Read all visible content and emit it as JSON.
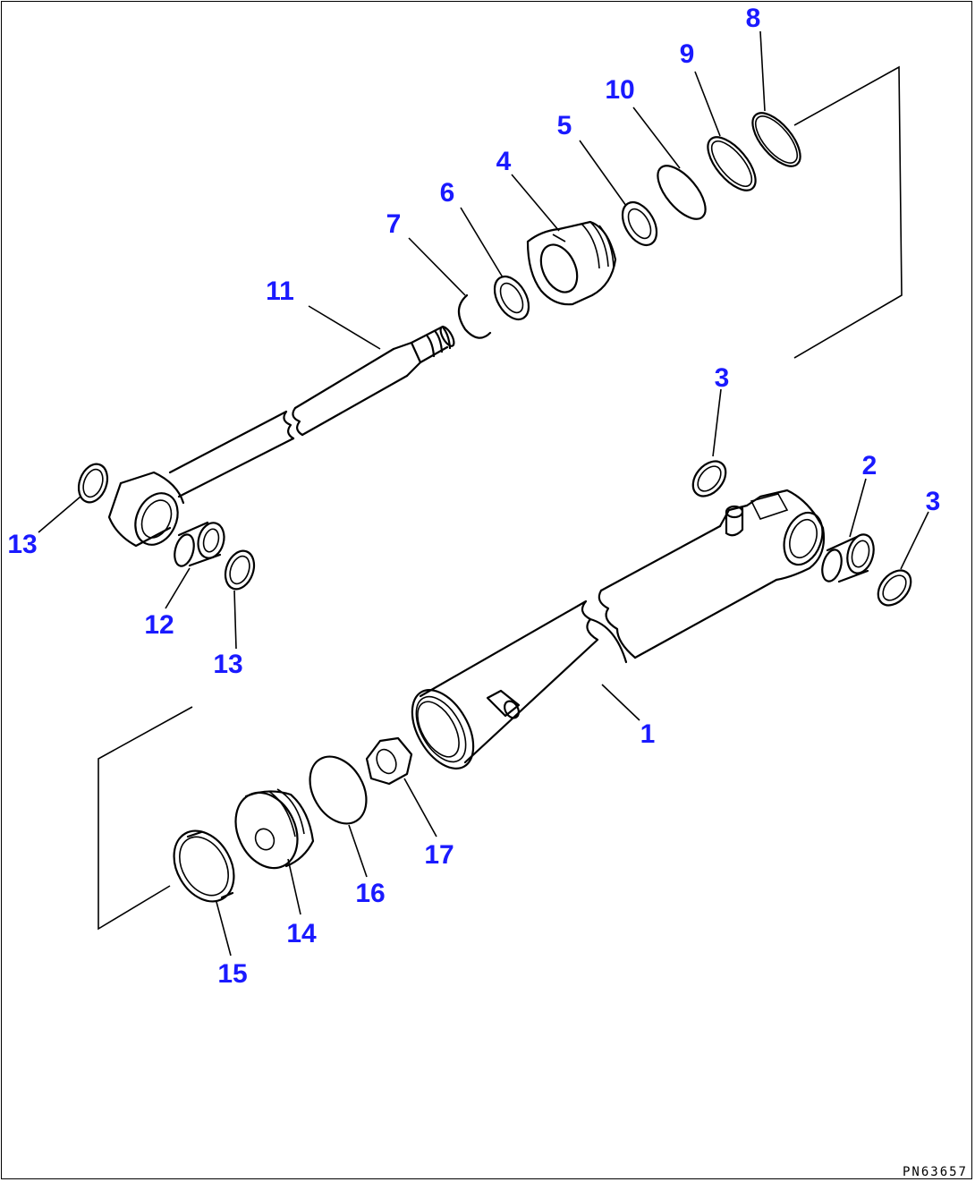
{
  "figure_code": "PN63657",
  "callout_color": "#1a1aff",
  "callouts": [
    "1",
    "2",
    "3",
    "3",
    "4",
    "5",
    "6",
    "7",
    "8",
    "9",
    "10",
    "11",
    "12",
    "13",
    "13",
    "14",
    "15",
    "16",
    "17"
  ]
}
